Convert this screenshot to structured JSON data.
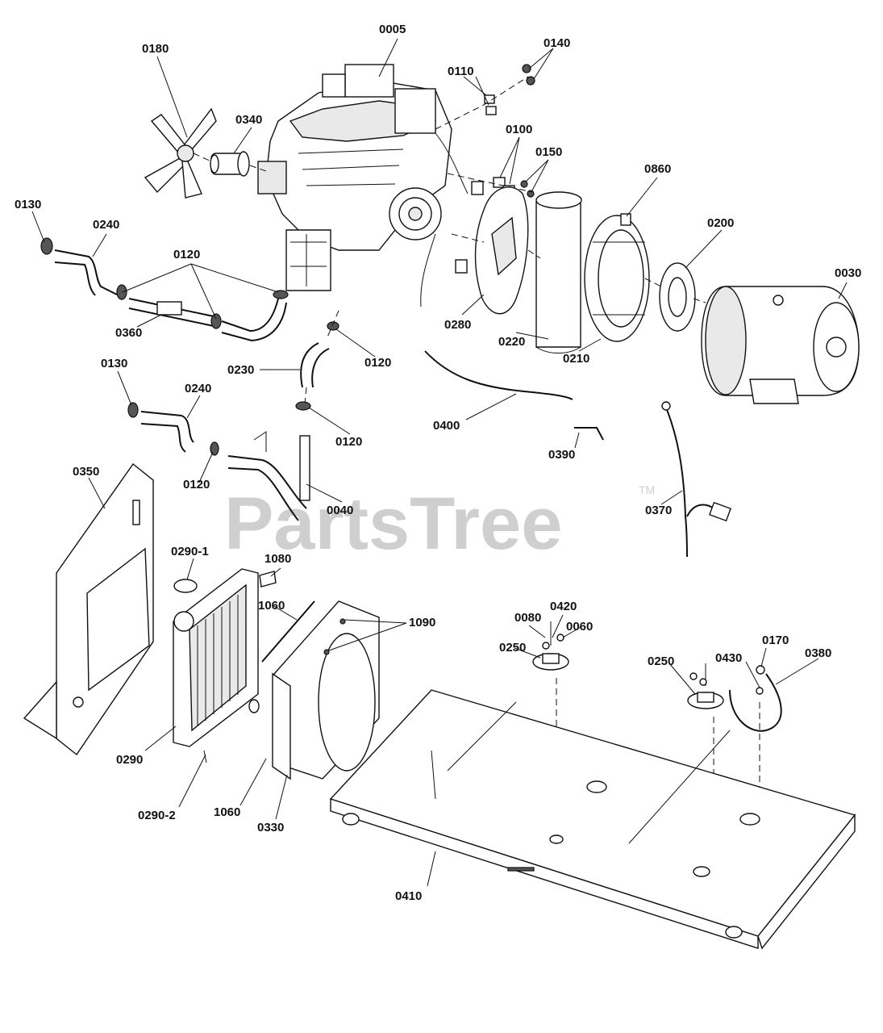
{
  "watermark": {
    "text": "PartsTree",
    "trademark": "TM"
  },
  "callouts": {
    "c0005": "0005",
    "c0180": "0180",
    "c0340": "0340",
    "c0110": "0110",
    "c0140": "0140",
    "c0100": "0100",
    "c0150": "0150",
    "c0860": "0860",
    "c0130a": "0130",
    "c0240a": "0240",
    "c0120a": "0120",
    "c0200": "0200",
    "c0030": "0030",
    "c0360": "0360",
    "c0230": "0230",
    "c0120b": "0120",
    "c0280": "0280",
    "c0220": "0220",
    "c0210": "0210",
    "c0130b": "0130",
    "c0240b": "0240",
    "c0400": "0400",
    "c0120c": "0120",
    "c0390": "0390",
    "c0350": "0350",
    "c0120d": "0120",
    "c0040": "0040",
    "c0370": "0370",
    "c0290_1": "0290-1",
    "c1080": "1080",
    "c1060a": "1060",
    "c1090": "1090",
    "c0080": "0080",
    "c0420": "0420",
    "c0060": "0060",
    "c0250a": "0250",
    "c0170": "0170",
    "c0250b": "0250",
    "c0430": "0430",
    "c0380": "0380",
    "c0290": "0290",
    "c1060b": "1060",
    "c0330": "0330",
    "c0290_2": "0290-2",
    "c0410": "0410"
  }
}
